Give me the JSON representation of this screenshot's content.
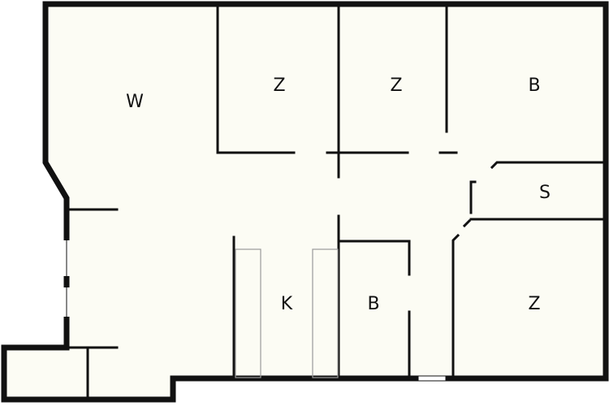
{
  "colors": {
    "wall": "#111111",
    "floor": "#fcfcf4",
    "background": "#ffffff",
    "counter_outline": "#9a9a9a"
  },
  "rooms": {
    "living": {
      "label": "W"
    },
    "room_top_1": {
      "label": "Z"
    },
    "room_top_2": {
      "label": "Z"
    },
    "bathroom_top": {
      "label": "B"
    },
    "storage": {
      "label": "S"
    },
    "kitchen": {
      "label": "K"
    },
    "bathroom_bottom": {
      "label": "B"
    },
    "room_bottom_right": {
      "label": "Z"
    }
  }
}
